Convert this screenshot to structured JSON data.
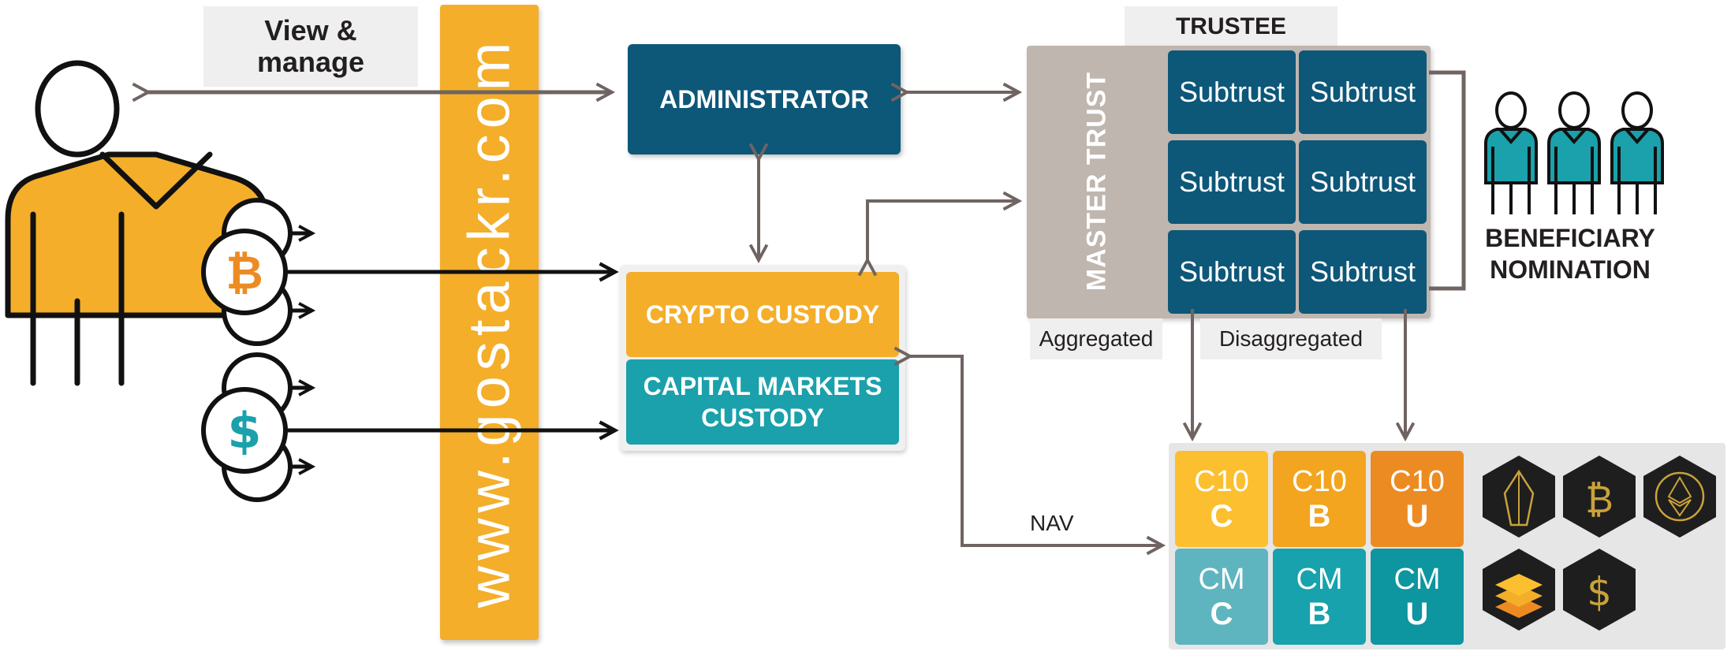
{
  "view_manage": "View &\nmanage",
  "url": "www.gostackr.com",
  "administrator": "ADMINISTRATOR",
  "crypto_custody": "CRYPTO CUSTODY",
  "capital_markets_custody": "CAPITAL MARKETS\nCUSTODY",
  "trustee": "TRUSTEE",
  "master_trust": "MASTER TRUST",
  "subtrusts": [
    "Subtrust",
    "Subtrust",
    "Subtrust",
    "Subtrust",
    "Subtrust",
    "Subtrust"
  ],
  "aggregated": "Aggregated",
  "disaggregated": "Disaggregated",
  "beneficiary_nomination": "BENEFICIARY\nNOMINATION",
  "nav": "NAV",
  "funds": [
    {
      "top": "C10",
      "bottom": "C",
      "color": "#fcbf2f"
    },
    {
      "top": "C10",
      "bottom": "B",
      "color": "#f3a51f"
    },
    {
      "top": "C10",
      "bottom": "U",
      "color": "#ed8b23"
    },
    {
      "top": "CM",
      "bottom": "C",
      "color": "#5eb5c0"
    },
    {
      "top": "CM",
      "bottom": "B",
      "color": "#17a2ad"
    },
    {
      "top": "CM",
      "bottom": "U",
      "color": "#0d95a0"
    }
  ],
  "coin_symbols": {
    "bitcoin": "₿",
    "dollar": "$"
  },
  "colors": {
    "navy": "#0d5779",
    "orange": "#f4ae2a",
    "teal": "#1aa1ab",
    "grey_trust": "#beb6af",
    "arrow": "#6f6461"
  }
}
